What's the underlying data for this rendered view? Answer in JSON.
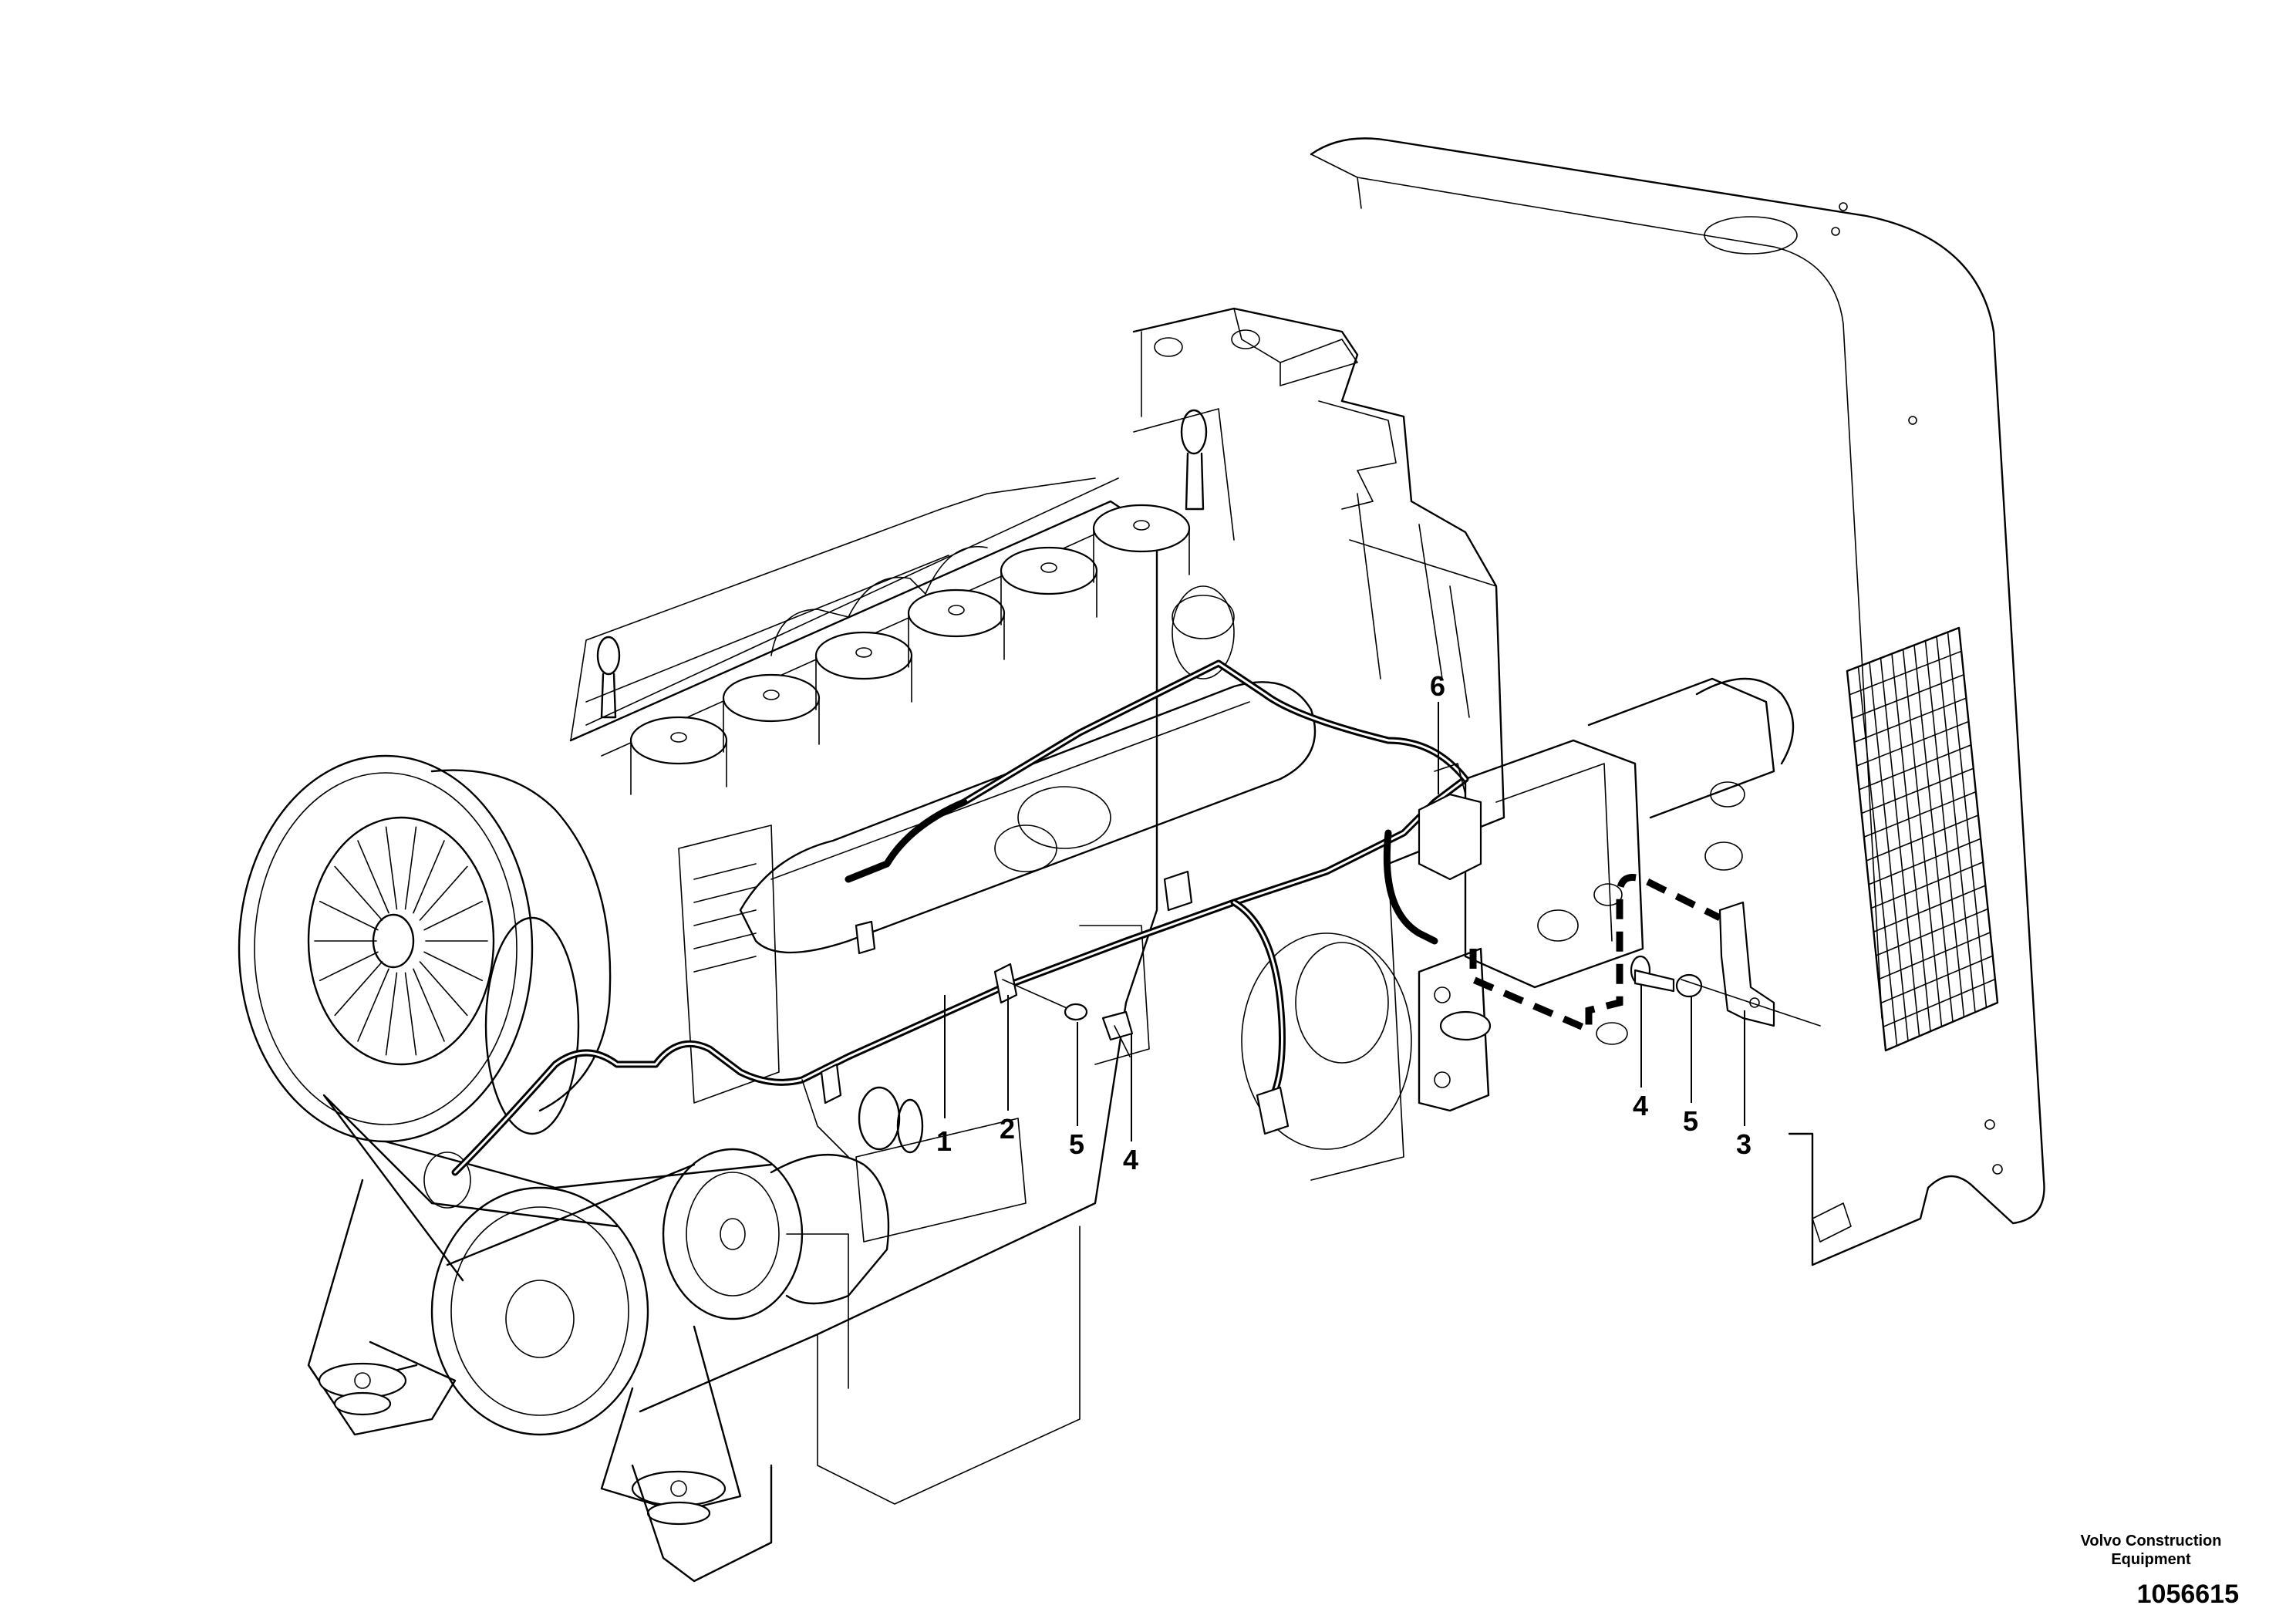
{
  "diagram": {
    "callouts": [
      {
        "id": "c1",
        "label": "1"
      },
      {
        "id": "c2",
        "label": "2"
      },
      {
        "id": "c5a",
        "label": "5"
      },
      {
        "id": "c4a",
        "label": "4"
      },
      {
        "id": "c6",
        "label": "6"
      },
      {
        "id": "c4b",
        "label": "4"
      },
      {
        "id": "c5b",
        "label": "5"
      },
      {
        "id": "c3",
        "label": "3"
      }
    ]
  },
  "footer": {
    "company_line1": "Volvo Construction",
    "company_line2": "Equipment",
    "doc_number": "1056615"
  }
}
